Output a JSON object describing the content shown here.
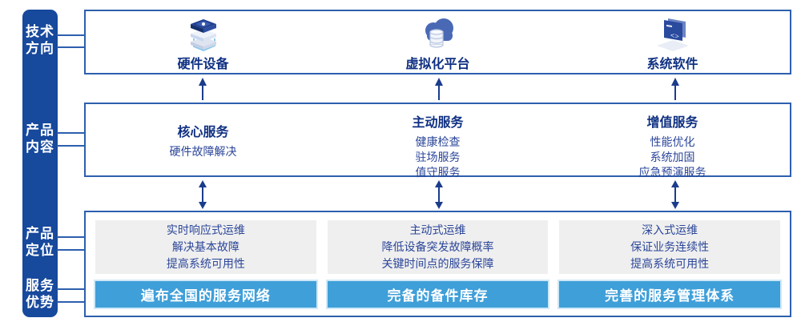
{
  "sidebar": {
    "labels": [
      {
        "text": "技术方向"
      },
      {
        "text": "产品内容"
      },
      {
        "text": "产品定位"
      },
      {
        "text": "服务优势"
      }
    ]
  },
  "tech_row": {
    "items": [
      {
        "icon": "server-stack-icon",
        "label": "硬件设备"
      },
      {
        "icon": "cloud-database-icon",
        "label": "虚拟化平台"
      },
      {
        "icon": "code-window-icon",
        "label": "系统软件"
      }
    ]
  },
  "content_row": {
    "columns": [
      {
        "title": "核心服务",
        "items": [
          "硬件故障解决"
        ]
      },
      {
        "title": "主动服务",
        "items": [
          "健康检查",
          "驻场服务",
          "值守服务"
        ]
      },
      {
        "title": "增值服务",
        "items": [
          "性能优化",
          "系统加固",
          "应急预演服务"
        ]
      }
    ]
  },
  "bottom_row": {
    "columns": [
      {
        "positioning": [
          "实时响应式运维",
          "解决基本故障",
          "提高系统可用性"
        ],
        "advantage": "遍布全国的服务网络"
      },
      {
        "positioning": [
          "主动式运维",
          "降低设备突发故障概率",
          "关键时间点的服务保障"
        ],
        "advantage": "完备的备件库存"
      },
      {
        "positioning": [
          "深入式运维",
          "保证业务连续性",
          "提高系统可用性"
        ],
        "advantage": "完善的服务管理体系"
      }
    ]
  },
  "colors": {
    "sidebar_bg": "#17499c",
    "box_border": "#2d5fae",
    "title_text": "#0f3082",
    "body_text": "#2b4699",
    "gray_box_bg": "#efefef",
    "advantage_bar_bg": "#3f9fd9",
    "advantage_text": "#ffffff",
    "arrow": "#1b3c8c"
  }
}
